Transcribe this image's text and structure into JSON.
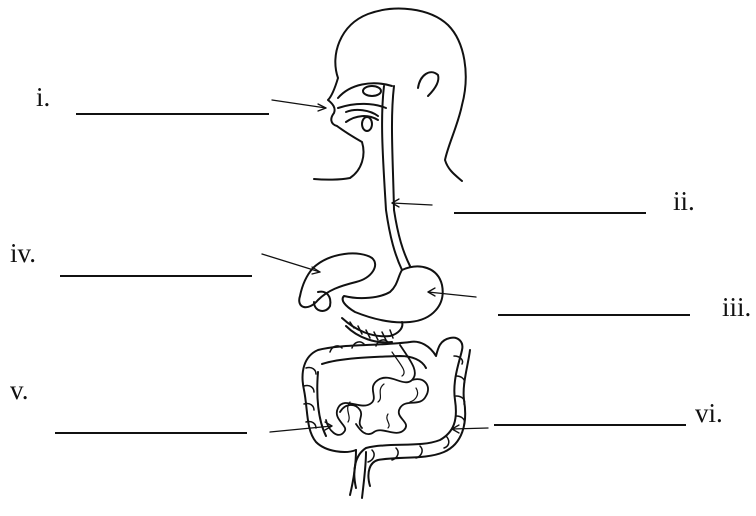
{
  "labels": {
    "i": "i.",
    "ii": "ii.",
    "iii": "iii.",
    "iv": "iv.",
    "v": "v.",
    "vi": "vi."
  },
  "colors": {
    "ink": "#111111",
    "background": "#ffffff"
  }
}
